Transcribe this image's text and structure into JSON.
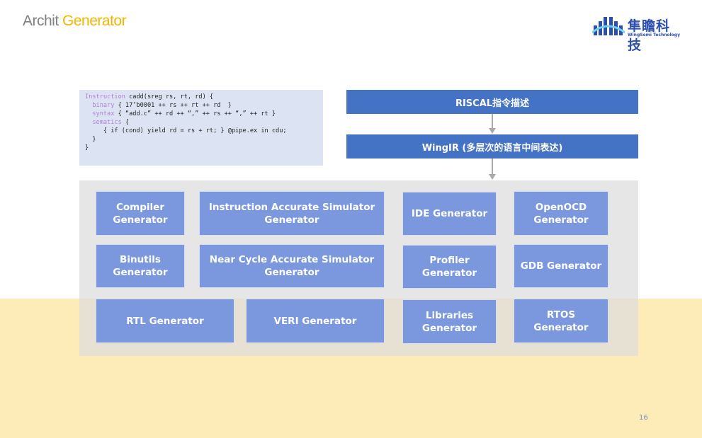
{
  "header": {
    "title_part1": "Archit",
    "title_part2": "Generator",
    "logo_cn": "隼瞻科技",
    "logo_en": "WingSemi Technology"
  },
  "code": {
    "lines": [
      {
        "kw": "Instruction",
        "rest": " cadd(sreg rs, rt, rd) {"
      },
      {
        "kw": "",
        "rest": ""
      },
      {
        "kw": "  binary",
        "rest": " { 17’b0001 ++ rs ++ rt ++ rd  }"
      },
      {
        "kw": "  syntax",
        "rest": " { “add.c” ++ rd ++ “,” ++ rs ++ “,” ++ rt }"
      },
      {
        "kw": "  sematics",
        "rest": " {"
      },
      {
        "kw": "",
        "rest": "     { if (cond) yield rd = rs + rt; } @pipe.ex in cdu;"
      },
      {
        "kw": "",
        "rest": "  }"
      },
      {
        "kw": "",
        "rest": "}"
      }
    ]
  },
  "flow": {
    "top": "RISCAL指令描述",
    "middle": "WingIR (多层次的语言中间表达)"
  },
  "generators": [
    {
      "label": "Compiler\nGenerator"
    },
    {
      "label": "Instruction Accurate Simulator\nGenerator"
    },
    {
      "label": "IDE Generator"
    },
    {
      "label": "OpenOCD\nGenerator"
    },
    {
      "label": "Binutils\nGenerator"
    },
    {
      "label": "Near Cycle Accurate Simulator\nGenerator"
    },
    {
      "label": "Profiler\nGenerator"
    },
    {
      "label": "GDB Generator"
    },
    {
      "label": "RTL Generator"
    },
    {
      "label": "VERI Generator"
    },
    {
      "label": "Libraries\nGenerator"
    },
    {
      "label": "RTOS\nGenerator"
    }
  ],
  "page_number": "16",
  "colors": {
    "accent": "#f5b400",
    "bar": "#4472c4",
    "box": "#7b98df",
    "band": "#fdecb8"
  }
}
